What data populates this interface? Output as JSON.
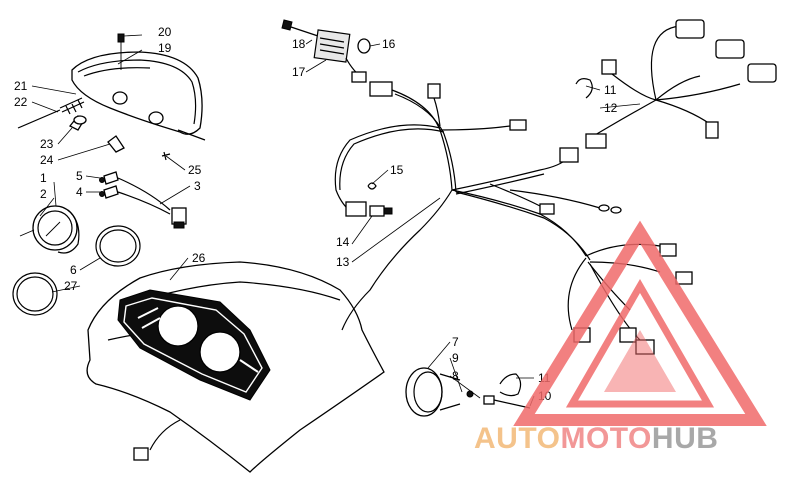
{
  "callouts": [
    {
      "id": "c20",
      "label": "20"
    },
    {
      "id": "c19",
      "label": "19"
    },
    {
      "id": "c21",
      "label": "21"
    },
    {
      "id": "c22",
      "label": "22"
    },
    {
      "id": "c23",
      "label": "23"
    },
    {
      "id": "c24",
      "label": "24"
    },
    {
      "id": "c25",
      "label": "25"
    },
    {
      "id": "c1",
      "label": "1"
    },
    {
      "id": "c2",
      "label": "2"
    },
    {
      "id": "c5",
      "label": "5"
    },
    {
      "id": "c4",
      "label": "4"
    },
    {
      "id": "c3",
      "label": "3"
    },
    {
      "id": "c6",
      "label": "6"
    },
    {
      "id": "c27",
      "label": "27"
    },
    {
      "id": "c26",
      "label": "26"
    },
    {
      "id": "c18",
      "label": "18"
    },
    {
      "id": "c17",
      "label": "17"
    },
    {
      "id": "c16",
      "label": "16"
    },
    {
      "id": "c15",
      "label": "15"
    },
    {
      "id": "c14",
      "label": "14"
    },
    {
      "id": "c13",
      "label": "13"
    },
    {
      "id": "c11a",
      "label": "11"
    },
    {
      "id": "c12",
      "label": "12"
    },
    {
      "id": "c7",
      "label": "7"
    },
    {
      "id": "c9",
      "label": "9"
    },
    {
      "id": "c8",
      "label": "8"
    },
    {
      "id": "c11b",
      "label": "11"
    },
    {
      "id": "c10",
      "label": "10"
    }
  ],
  "watermark": {
    "auto": "AUTO",
    "moto": "MOTO",
    "hub": "HUB",
    "colors": {
      "auto": "#f3b977",
      "moto": "#f08585",
      "hub": "#9a9a9a",
      "triangle": "#f06a6a"
    }
  }
}
